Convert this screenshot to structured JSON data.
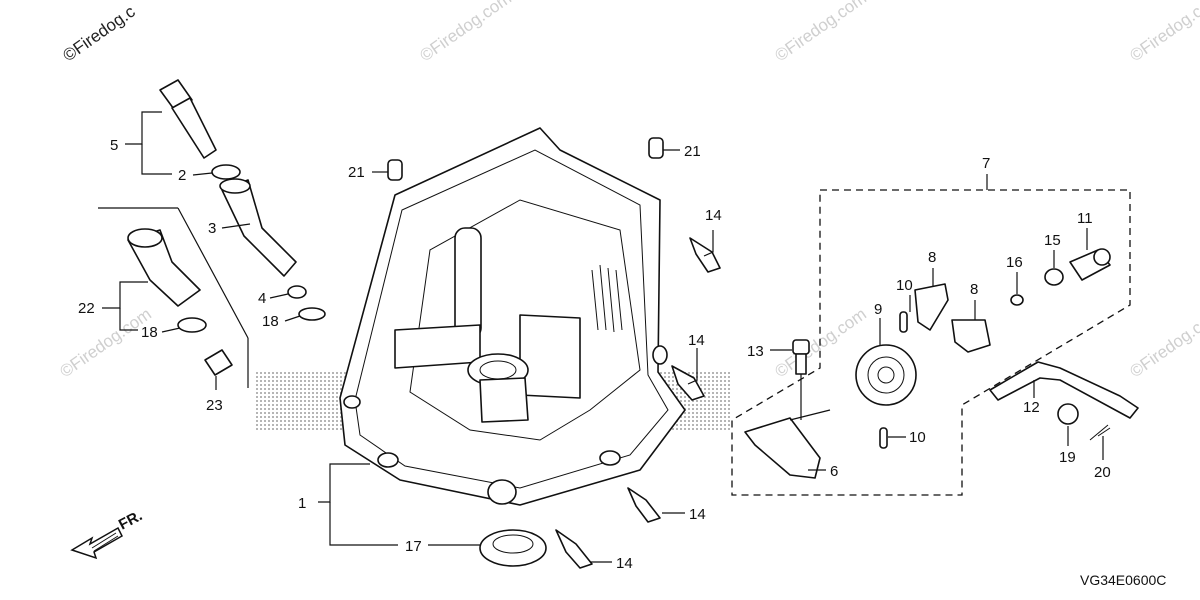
{
  "watermark": {
    "text": "©Firedog.com",
    "top_left_text": "©Firedog.c"
  },
  "diagram_code": "VG34E0600C",
  "front_indicator": "FR.",
  "callouts": {
    "c1": "1",
    "c2": "2",
    "c3": "3",
    "c4": "4",
    "c5": "5",
    "c6": "6",
    "c7": "7",
    "c8a": "8",
    "c8b": "8",
    "c9": "9",
    "c10a": "10",
    "c10b": "10",
    "c11": "11",
    "c12": "12",
    "c13": "13",
    "c14a": "14",
    "c14b": "14",
    "c14c": "14",
    "c14d": "14",
    "c15": "15",
    "c16": "16",
    "c17": "17",
    "c18a": "18",
    "c18b": "18",
    "c19": "19",
    "c20": "20",
    "c21a": "21",
    "c21b": "21",
    "c22": "22",
    "c23": "23"
  }
}
